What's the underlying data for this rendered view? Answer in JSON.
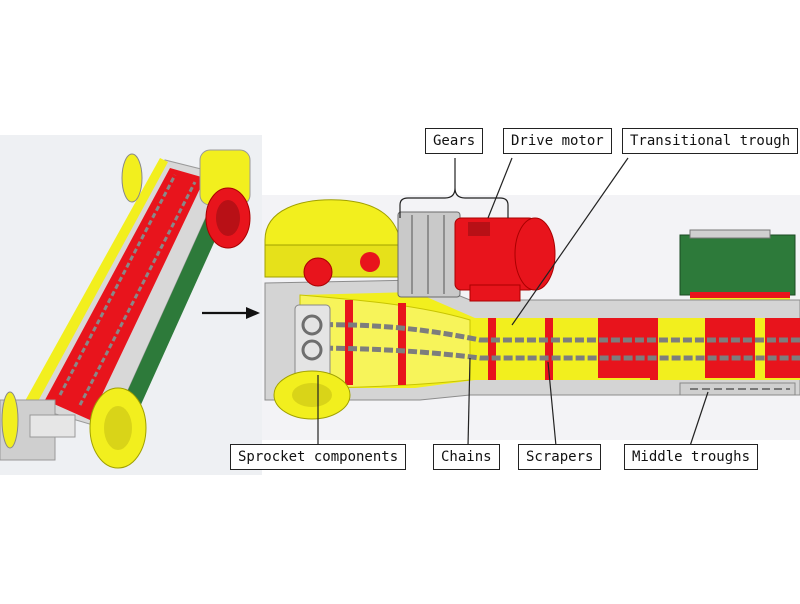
{
  "callouts": {
    "gears": "Gears",
    "drive_motor": "Drive motor",
    "transitional_trough": "Transitional trough",
    "sprocket_components": "Sprocket components",
    "chains": "Chains",
    "scrapers": "Scrapers",
    "middle_troughs": "Middle troughs"
  },
  "colors": {
    "machine_yellow": "#f2ef1e",
    "machine_red": "#e8141c",
    "steel_grey": "#c9c9c9",
    "frame_green": "#2d7a3a",
    "chain_grey": "#8a8a8a"
  }
}
